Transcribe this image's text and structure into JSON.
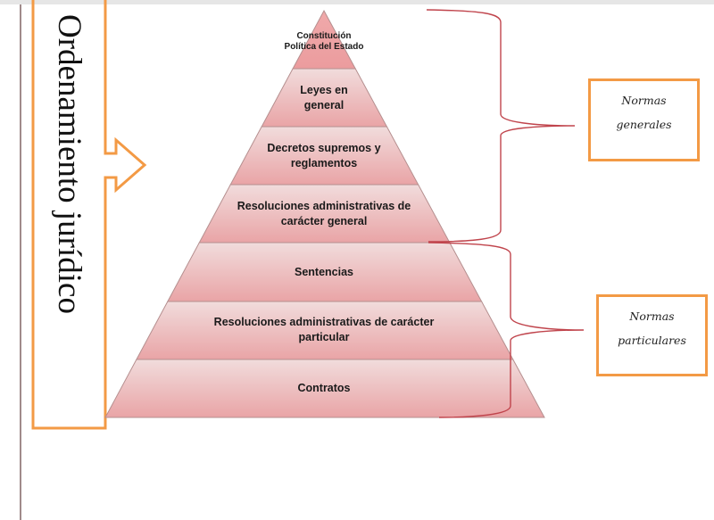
{
  "title": "Ordenamiento jurídico",
  "levels": [
    "Constitución Política del Estado",
    "Leyes en general",
    "Decretos supremos y reglamentos",
    "Resoluciones administrativas de carácter general",
    "Sentencias",
    "Resoluciones administrativas de carácter particular",
    "Contratos"
  ],
  "groups": {
    "general": {
      "line1": "Normas",
      "line2": "generales"
    },
    "particular": {
      "line1": "Normas",
      "line2": "particulares"
    }
  },
  "colors": {
    "orange": "#f39a45",
    "brace": "#c0444c",
    "pink": "#eea9a9"
  }
}
